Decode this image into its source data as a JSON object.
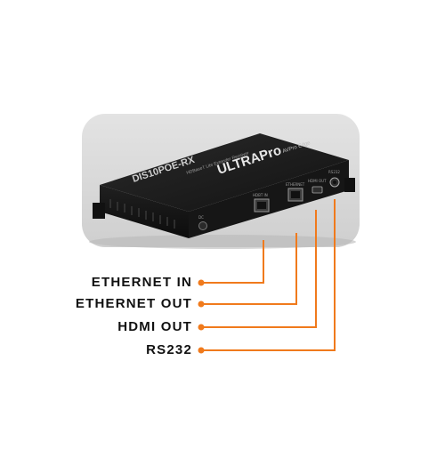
{
  "device": {
    "brand_logo": "ULTRAPro",
    "model_label": "DIS10POE-RX",
    "subtitle": "HDBaseT Lite Extender Receiver",
    "top_small_text": "AVPro Edge",
    "port_labels": {
      "dc_in": "DC",
      "ethernet_in": "HDBT IN",
      "ethernet_out": "ETHERNET",
      "hdmi_out": "HDMI OUT",
      "rs232": "RS232"
    }
  },
  "callouts": [
    {
      "id": "ethernet-in",
      "label": "ETHERNET IN"
    },
    {
      "id": "ethernet-out",
      "label": "ETHERNET OUT"
    },
    {
      "id": "hdmi-out",
      "label": "HDMI OUT"
    },
    {
      "id": "rs232",
      "label": "RS232"
    }
  ],
  "colors": {
    "accent": "#F07A1C",
    "background_panel": "#D8D8D8",
    "device_body": "#1C1C1C",
    "label_text": "#111111"
  }
}
